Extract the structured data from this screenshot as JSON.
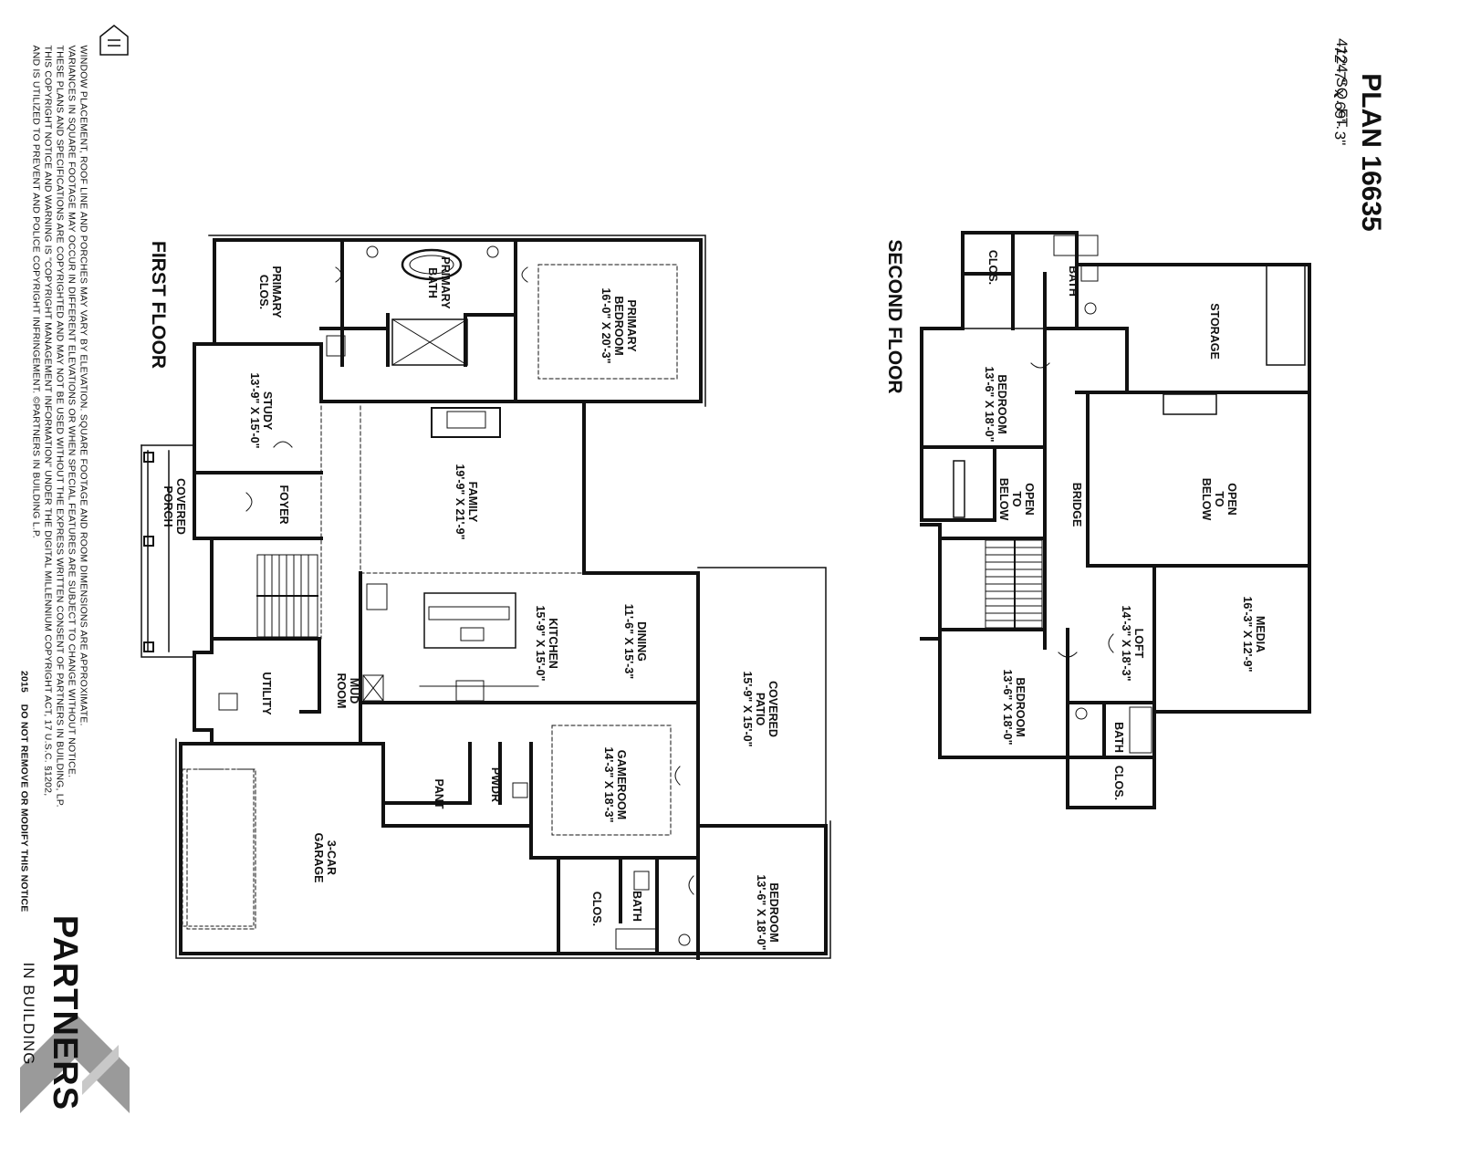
{
  "title_block": {
    "plan_name": "PLAN 16635",
    "square_feet": "4124 SQ. FT.",
    "dimensions": "72'-7\" x 69'- 3\""
  },
  "floor_titles": {
    "first": "FIRST FLOOR",
    "second": "SECOND FLOOR"
  },
  "rooms": {
    "primary_clos": {
      "name": "PRIMARY",
      "name2": "CLOS."
    },
    "primary_bath": {
      "name": "PRIMARY",
      "name2": "BATH"
    },
    "primary_bedroom": {
      "name": "PRIMARY",
      "name2": "BEDROOM",
      "size": "16'-0\" X 20'-3\""
    },
    "study": {
      "name": "STUDY",
      "size": "13'-9\" X 15'-0\""
    },
    "foyer": {
      "name": "FOYER"
    },
    "covered_porch": {
      "name": "COVERED",
      "name2": "PORCH"
    },
    "family": {
      "name": "FAMILY",
      "size": "19'-9\" X 21'-9\""
    },
    "kitchen": {
      "name": "KITCHEN",
      "size": "15'-9\" X 15'-0\""
    },
    "dining": {
      "name": "DINING",
      "size": "11'-6\" X 15'-3\""
    },
    "covered_patio": {
      "name": "COVERED",
      "name2": "PATIO",
      "size": "15'-9\" X 15'-0\""
    },
    "utility": {
      "name": "UTILITY"
    },
    "mud_room": {
      "name": "MUD",
      "name2": "ROOM"
    },
    "gameroom": {
      "name": "GAMEROOM",
      "size": "14'-3\" X 18'-3\""
    },
    "pant": {
      "name": "PANT"
    },
    "pwdr": {
      "name": "PWDR"
    },
    "garage": {
      "name": "3-CAR",
      "name2": "GARAGE"
    },
    "bedroom_1st": {
      "name": "BEDROOM",
      "size": "13'-6\" X 18'-0\""
    },
    "bath_1st": {
      "name": "BATH"
    },
    "clos_1st": {
      "name": "CLOS."
    },
    "storage": {
      "name": "STORAGE"
    },
    "clos_2nd": {
      "name": "CLOS."
    },
    "bath_2nd_top": {
      "name": "BATH"
    },
    "bedroom_2nd_a": {
      "name": "BEDROOM",
      "size": "13'-6\" X 18'-0\""
    },
    "open_below_small": {
      "name": "OPEN",
      "name2": "TO",
      "name3": "BELOW"
    },
    "bridge": {
      "name": "BRIDGE"
    },
    "open_below_large": {
      "name": "OPEN",
      "name2": "TO",
      "name3": "BELOW"
    },
    "media": {
      "name": "MEDIA",
      "size": "16'-3\" X 12'-9\""
    },
    "loft": {
      "name": "LOFT",
      "size": "14'-3\" X 18'-3\""
    },
    "bedroom_2nd_b": {
      "name": "BEDROOM",
      "size": "13'-6\" X 18'-0\""
    },
    "bath_2nd_bottom": {
      "name": "BATH"
    },
    "clos_2nd_bottom": {
      "name": "CLOS."
    }
  },
  "notice": {
    "line1": "WINDOW PLACEMENT, ROOF LINE AND PORCHES MAY VARY BY ELEVATION. SQUARE FOOTAGE AND ROOM DIMENSIONS ARE APPROXIMATE.",
    "line2": "VARIANCES IN SQUARE FOOTAGE MAY OCCUR IN DIFFERENT ELEVATIONS OR WHEN SPECIAL FEATURES ARE SUBJECT TO CHANGE WITHOUT NOTICE.",
    "line3": "THESE PLANS AND SPECIFICATIONS ARE COPYRIGHTED AND MAY NOT BE USED WITHOUT THE EXPRESS WRITTEN CONSENT OF PARTNERS IN BUILDING, LP.",
    "line4": "THIS COPYRIGHT NOTICE AND WARNING IS \"COPYRIGHT MANAGEMENT INFORMATION\" UNDER THE DIGITAL MILLENNIUM COPYRIGHT ACT, 17 U.S.C.     §1202,",
    "line5": "AND IS UTILIZED TO PREVENT AND POLICE COPYRIGHT INFRINGEMENT. ©PARTNERS IN BUILDING L.P.",
    "year": "2015",
    "warning": "DO NOT REMOVE OR MODIFY THIS NOTICE"
  },
  "logo": {
    "brand": "PARTNERS",
    "tagline": "IN BUILDING",
    "badge_icon": "equal-housing-icon",
    "chevron_color": "#9a9a9a"
  }
}
